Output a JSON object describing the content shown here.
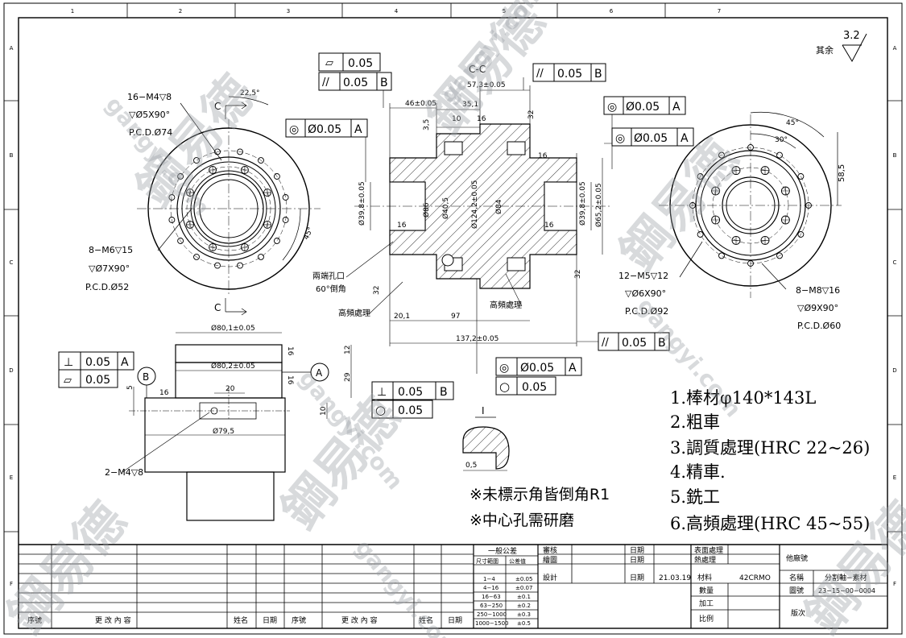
{
  "border": {
    "columns": [
      "1",
      "2",
      "3",
      "4",
      "5",
      "6",
      "7"
    ],
    "rows": [
      "A",
      "B",
      "C",
      "D",
      "E",
      "F"
    ]
  },
  "surface": {
    "label": "其余",
    "roughness": "3.2"
  },
  "section_label": "C-C",
  "section_marks": [
    "C",
    "C"
  ],
  "datum_labels": [
    "A",
    "B"
  ],
  "detail_label": "I",
  "left_view": {
    "holes1": "16−M4▽8",
    "holes1_csk": "▽Ø5X90°",
    "holes1_pcd": "P.C.D.Ø74",
    "holes2": "8−M6▽15",
    "holes2_csk": "▽Ø7X90°",
    "holes2_pcd": "P.C.D.Ø52",
    "angle1": "22,5°",
    "angle2": "45°"
  },
  "right_view": {
    "holes1": "12−M5▽12",
    "holes1_csk": "▽Ø6X90°",
    "holes1_pcd": "P.C.D.Ø92",
    "holes2": "8−M8▽16",
    "holes2_csk": "▽Ø9X90°",
    "holes2_pcd": "P.C.D.Ø60",
    "angle1": "45°",
    "angle2": "30°",
    "dim": "58,5"
  },
  "section_view": {
    "dims": {
      "d573": "57,3±0.05",
      "d46": "46±0.05",
      "d351": "35,1",
      "d10": "10",
      "d35": "3,5",
      "d201": "20,1",
      "d97": "97",
      "d1372": "137,2±0.05",
      "dia398a": "Ø39,8±0.05",
      "dia86": "Ø86",
      "dia405": "Ø40,5",
      "dia1242": "Ø124,2±0.05",
      "dia84": "Ø84",
      "dia398b": "Ø39,8±0.05",
      "dia652": "Ø65,2±0.05",
      "r16": "16",
      "r32": "32"
    },
    "notes": {
      "center": "兩端孔口",
      "chamfer": "60°倒角",
      "hf1": "高頻處理",
      "hf2": "高頻處理"
    },
    "fcf": [
      {
        "sym": "▱",
        "tol": "0.05",
        "datum": ""
      },
      {
        "sym": "//",
        "tol": "0.05",
        "datum": "B"
      },
      {
        "sym": "◎",
        "tol": "Ø0.05",
        "datum": "A"
      },
      {
        "sym": "//",
        "tol": "0.05",
        "datum": "B"
      },
      {
        "sym": "◎",
        "tol": "Ø0.05",
        "datum": "A"
      },
      {
        "sym": "◎",
        "tol": "Ø0.05",
        "datum": "A"
      },
      {
        "sym": "//",
        "tol": "0.05",
        "datum": "B"
      },
      {
        "sym": "◎",
        "tol": "Ø0.05",
        "datum": "A"
      },
      {
        "sym": "○",
        "tol": "0.05",
        "datum": ""
      }
    ]
  },
  "bottom_view": {
    "dims": {
      "d801": "Ø80,1±0.05",
      "d802": "Ø80,2±0.05",
      "d795": "Ø79,5",
      "d20": "20",
      "d12": "12",
      "d29": "29",
      "d5": "5",
      "d10": "10",
      "r16": "16"
    },
    "holes": "2−M4▽8",
    "fcf": [
      {
        "sym": "⊥",
        "tol": "0.05",
        "datum": "A"
      },
      {
        "sym": "▱",
        "tol": "0.05",
        "datum": ""
      },
      {
        "sym": "⊥",
        "tol": "0.05",
        "datum": "B"
      },
      {
        "sym": "○",
        "tol": "0.05",
        "datum": ""
      }
    ],
    "detail_dim": "0,5"
  },
  "process_notes": [
    "1.棒材φ140*143L",
    "2.粗車",
    "3.調質處理(HRC 22~26)",
    "4.精車.",
    "5.銑工",
    "6.高頻處理(HRC 45~55)"
  ],
  "general_notes": [
    "※未標示角皆倒角R1",
    "※中心孔需研磨"
  ],
  "title_block": {
    "tol_header": "一般公差",
    "tol_col1": "尺寸範圍",
    "tol_col2": "公差值",
    "tol_rows": [
      [
        "1−4",
        "±0.05"
      ],
      [
        "4−16",
        "±0.07"
      ],
      [
        "16−63",
        "±0.1"
      ],
      [
        "63−250",
        "±0.2"
      ],
      [
        "250−1000",
        "±0.3"
      ],
      [
        "1000−1500",
        "±0.5"
      ]
    ],
    "approve": "審核",
    "check": "繪圖",
    "design": "設計",
    "date_label": "日期",
    "date_value": "21.03.19",
    "material_label": "材料",
    "material_value": "42CRMO",
    "surface_label": "表面處理",
    "heat_label": "熱處理",
    "qty_label": "數量",
    "process_label": "加工",
    "scale_label": "比例",
    "drawno_label": "圖號",
    "customer_label": "他廠號",
    "name_label": "名稱",
    "name_value": "分割軸−素材",
    "drawno_value": "23−15−00−0004",
    "version_label": "版次",
    "rev_headers": [
      "序號",
      "更 改 內 容",
      "姓名",
      "日期",
      "序號",
      "更 改 內 容",
      "姓名",
      "日期"
    ]
  },
  "watermark": {
    "brand": "鋼易德",
    "site": "gangyi.com"
  }
}
